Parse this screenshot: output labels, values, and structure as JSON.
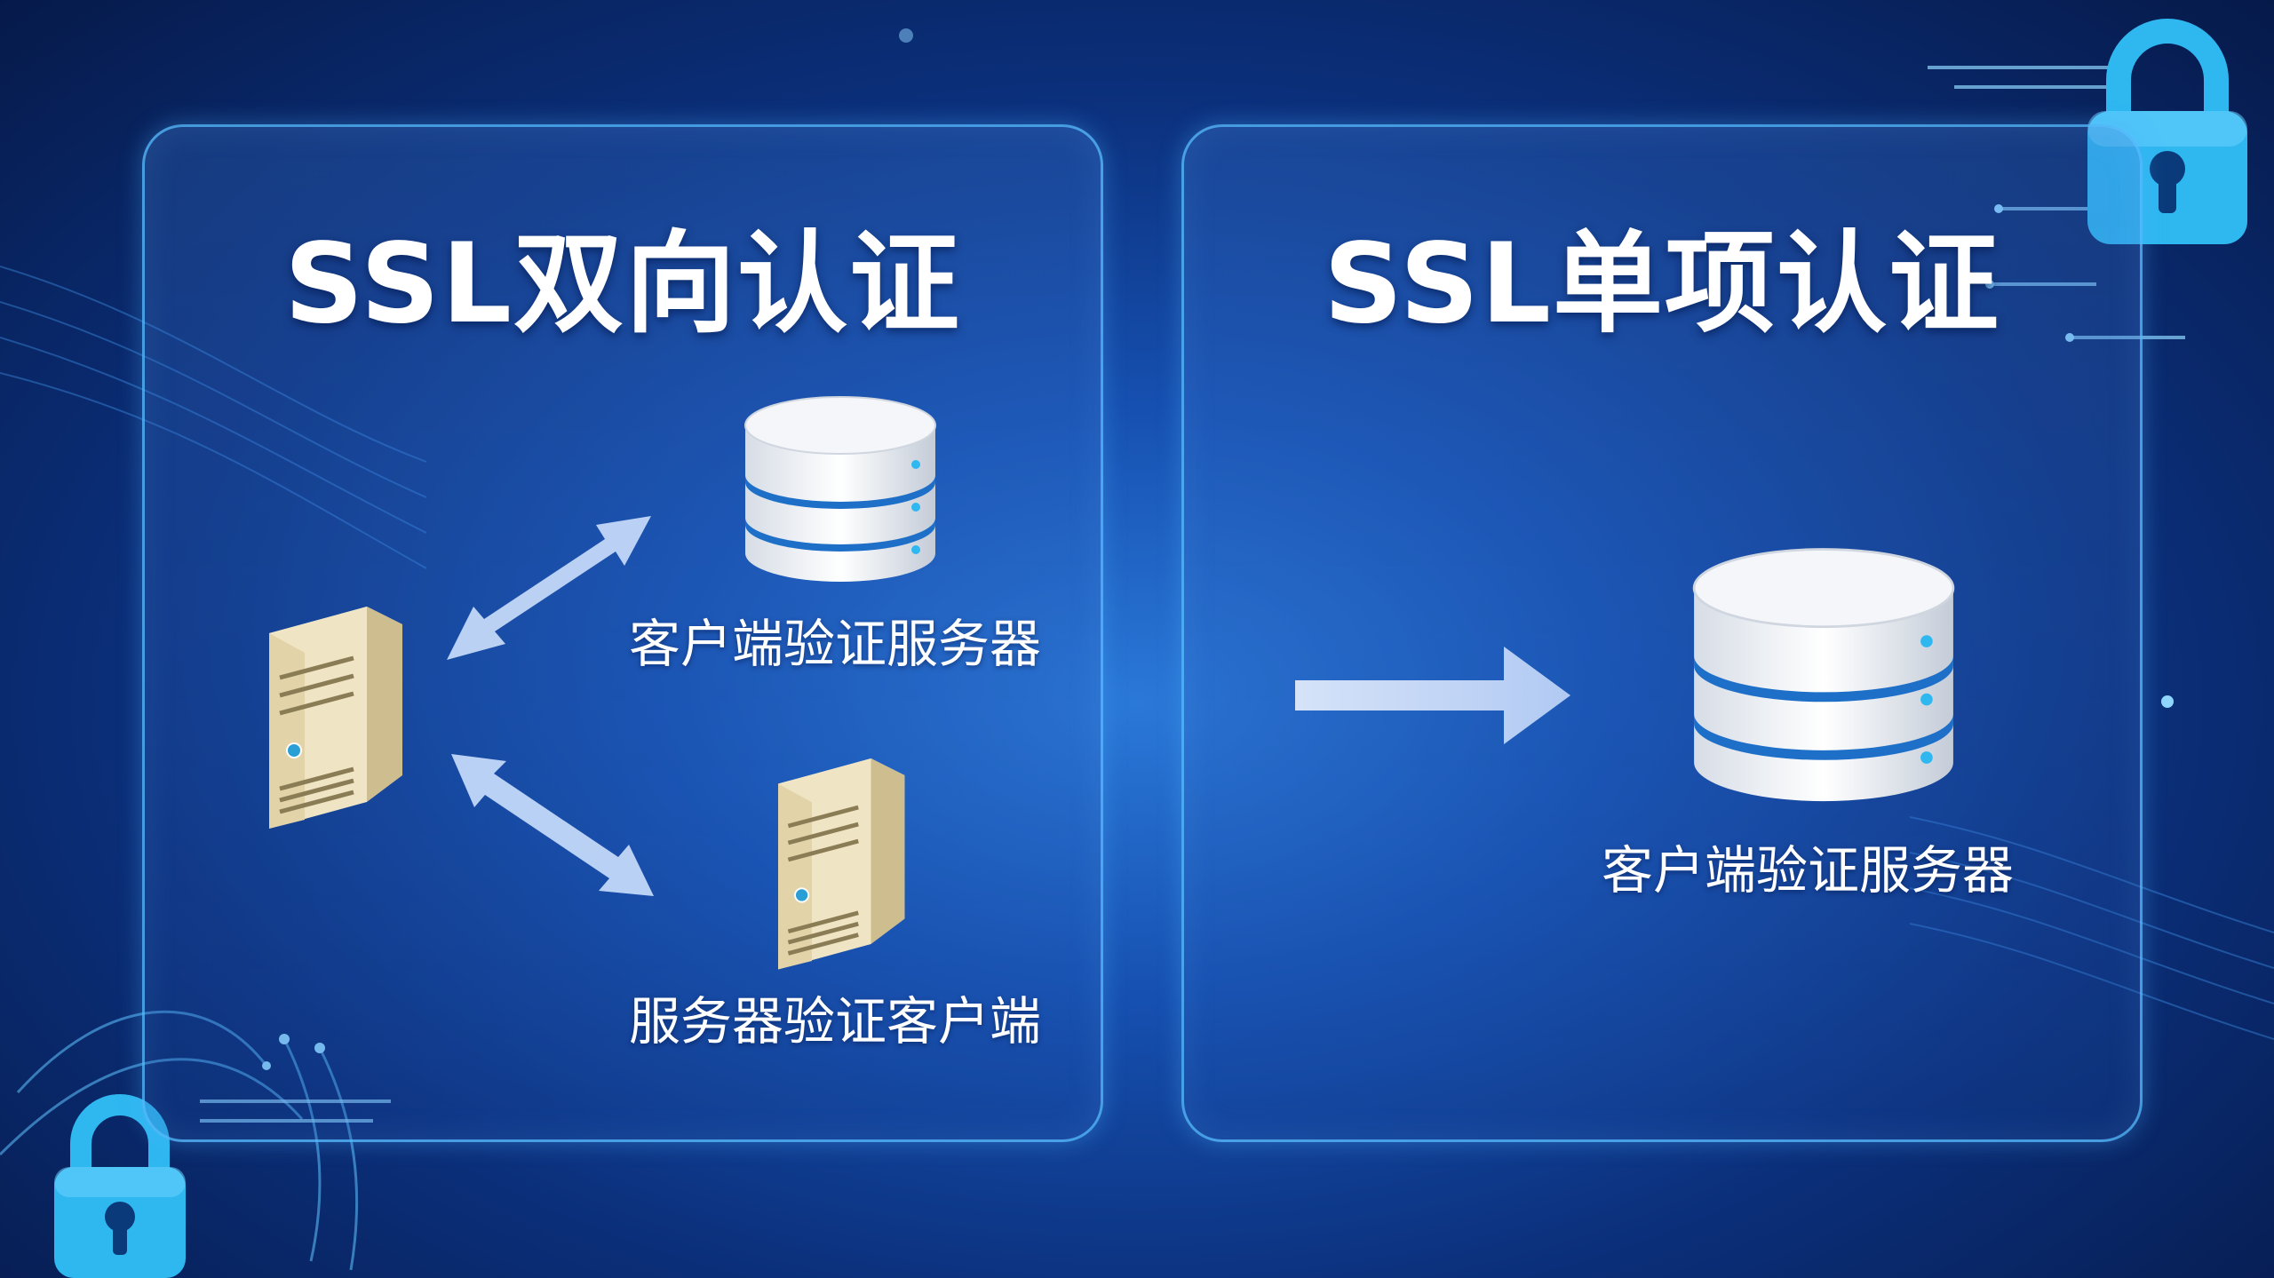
{
  "left_panel": {
    "title": "SSL双向认证",
    "label_top": "客户端验证服务器",
    "label_bottom": "服务器验证客户端"
  },
  "right_panel": {
    "title": "SSL单项认证",
    "label": "客户端验证服务器"
  },
  "colors": {
    "panel_border": "#58beff",
    "arrow": "#c8dcfb",
    "lock": "#2fb7f0",
    "db_stripe": "#1e6fc8",
    "server_body": "#efe4c3"
  }
}
